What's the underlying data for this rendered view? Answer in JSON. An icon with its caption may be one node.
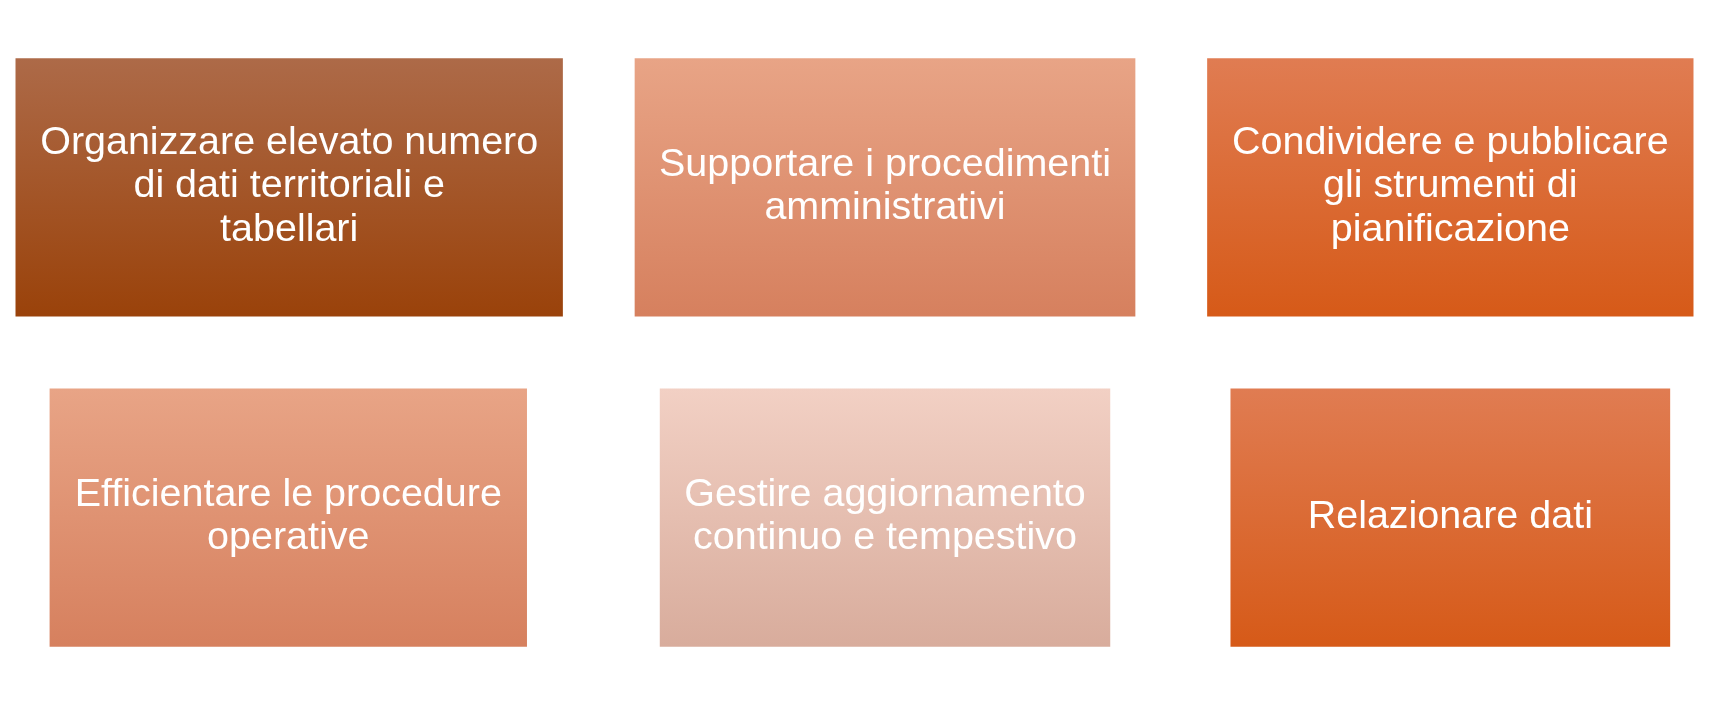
{
  "diagram": {
    "nodes": [
      {
        "text": [
          "Organizzare elevato numero di dati territoriali e tabellari"
        ]
      },
      {
        "text": [
          "Relazionare dati"
        ]
      },
      {
        "text": [
          "Efficientare le procedure operative"
        ]
      },
      {
        "text": [
          "Gestire aggiornamento continuo e tempestivo"
        ]
      },
      {
        "text": [
          "Supportare i procedimenti amministrativi"
        ]
      },
      {
        "text": [
          "Condividere e pubblicare gli strumenti di pianificazione"
        ]
      }
    ],
    "edges": []
  }
}
